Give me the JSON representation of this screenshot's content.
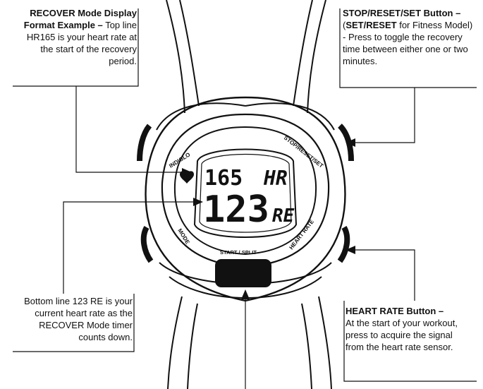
{
  "callouts": {
    "recover": {
      "title": "RECOVER Mode Display Format Example –",
      "body": "Top line HR165 is your heart rate at the start of the recovery period."
    },
    "stop_reset": {
      "title": "STOP/RESET/SET Button –",
      "paren_open": "(",
      "paren_bold": "SET/RESET",
      "paren_rest": " for Fitness Model) - Press to toggle the recovery time between either one or two minutes."
    },
    "bottom_line": {
      "body": "Bottom line 123 RE is your current heart rate as the RECOVER Mode timer counts down."
    },
    "heart_rate": {
      "title": "HEART RATE Button –",
      "body": "At the start of your workout, press to acquire the signal from the heart rate sensor."
    }
  },
  "watch": {
    "top_value": "165",
    "top_unit": "HR",
    "bottom_value": "123",
    "bottom_unit": "RE",
    "label_indiglo": "INDIGLO",
    "label_stop_reset_set": "STOP/RESET/SET",
    "label_mode": "MODE",
    "label_heart_rate": "HEART RATE",
    "label_start_split": "START / SPLIT",
    "heart_icon": "heart-icon"
  }
}
